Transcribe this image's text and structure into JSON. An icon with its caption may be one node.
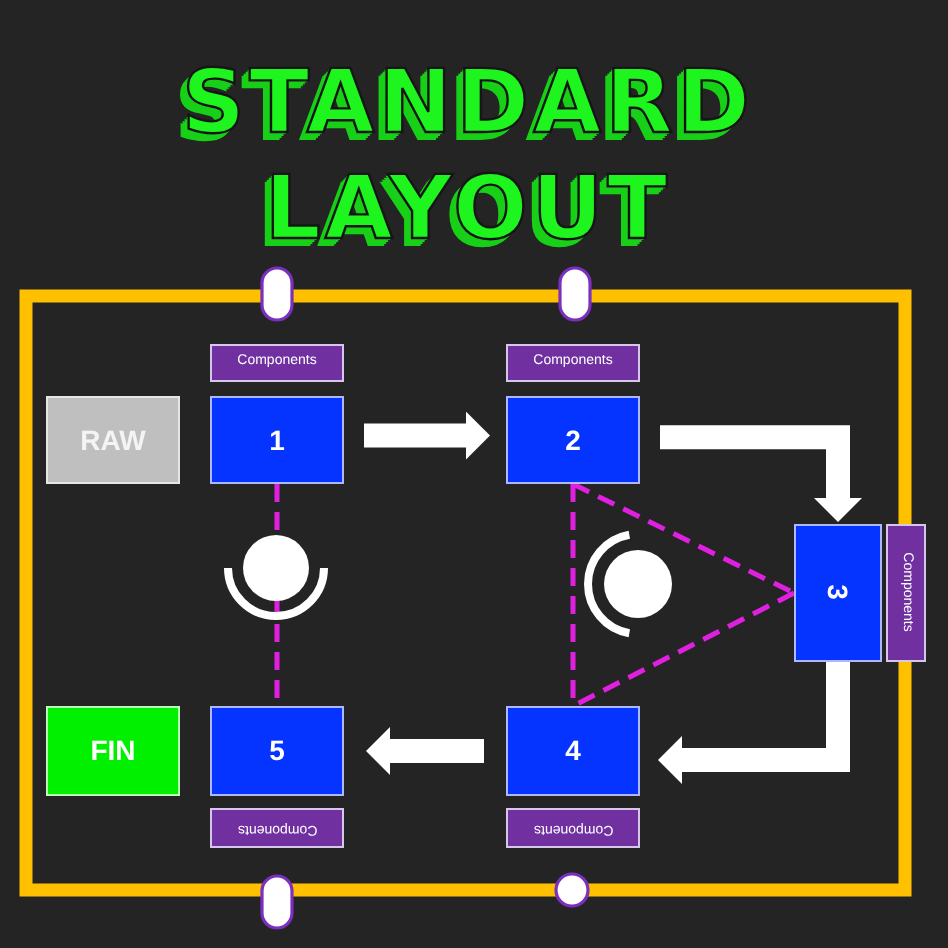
{
  "diagram": {
    "title": "STANDARD LAYOUT",
    "nodes": [
      {
        "text": [
          "Components"
        ]
      },
      {
        "text": [
          "Components"
        ]
      },
      {
        "text": [
          "RAW"
        ]
      },
      {
        "text": [
          "1"
        ]
      },
      {
        "text": [
          "2"
        ]
      },
      {
        "text": [
          "3"
        ]
      },
      {
        "text": [
          "Components"
        ]
      },
      {
        "text": [
          "FIN"
        ]
      },
      {
        "text": [
          "5"
        ]
      },
      {
        "text": [
          "4"
        ]
      },
      {
        "text": [
          "Components"
        ]
      },
      {
        "text": [
          "Components"
        ]
      }
    ],
    "edges": [
      {
        "from": 3,
        "to": 4,
        "arrow": "to",
        "style": "thick"
      },
      {
        "from": 4,
        "to": 5,
        "arrow": "to",
        "style": "thick"
      },
      {
        "from": 5,
        "to": 9,
        "arrow": "to",
        "style": "thick"
      },
      {
        "from": 9,
        "to": 8,
        "arrow": "to",
        "style": "thick"
      },
      {
        "from": 3,
        "to": 8,
        "arrow": "none",
        "style": "dashed",
        "color": "#e020e0"
      },
      {
        "from": 4,
        "to": 5,
        "arrow": "none",
        "style": "dashed",
        "color": "#e020e0"
      },
      {
        "from": 5,
        "to": 9,
        "arrow": "none",
        "style": "dashed",
        "color": "#e020e0"
      },
      {
        "from": 4,
        "to": 9,
        "arrow": "none",
        "style": "dashed",
        "color": "#e020e0"
      }
    ]
  }
}
